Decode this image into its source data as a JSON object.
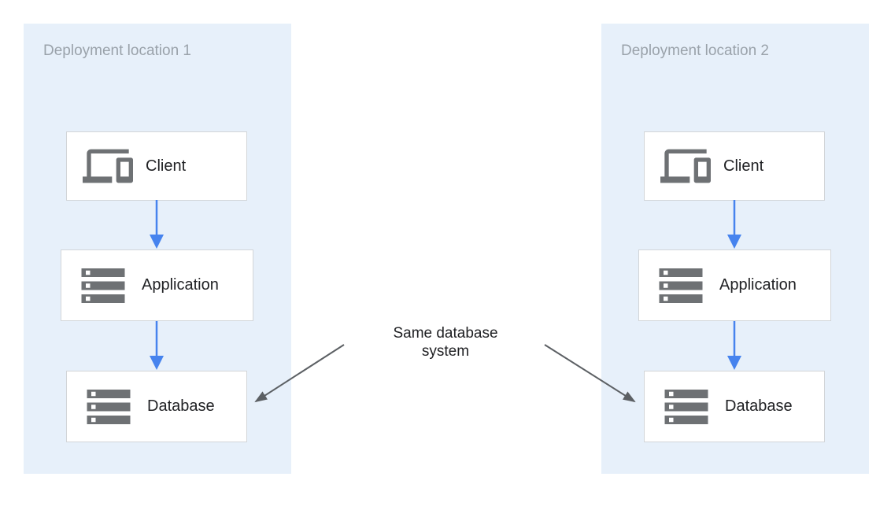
{
  "diagram": {
    "panels": [
      {
        "title": "Deployment location 1",
        "nodes": [
          {
            "label": "Client",
            "icon": "devices-icon"
          },
          {
            "label": "Application",
            "icon": "server-stack-icon"
          },
          {
            "label": "Database",
            "icon": "server-stack-icon"
          }
        ]
      },
      {
        "title": "Deployment location 2",
        "nodes": [
          {
            "label": "Client",
            "icon": "devices-icon"
          },
          {
            "label": "Application",
            "icon": "server-stack-icon"
          },
          {
            "label": "Database",
            "icon": "server-stack-icon"
          }
        ]
      }
    ],
    "annotation": {
      "line1": "Same database",
      "line2": "system"
    },
    "colors": {
      "panel_background": "#e7f0fa",
      "node_background": "#ffffff",
      "node_border": "#d2d5d8",
      "icon_gray": "#6e7174",
      "panel_title_gray": "#9aa2aa",
      "node_label_text": "#202124",
      "flow_arrow_blue": "#4683ee",
      "annotation_arrow_gray": "#5c6064",
      "annotation_text": "#202124"
    }
  }
}
